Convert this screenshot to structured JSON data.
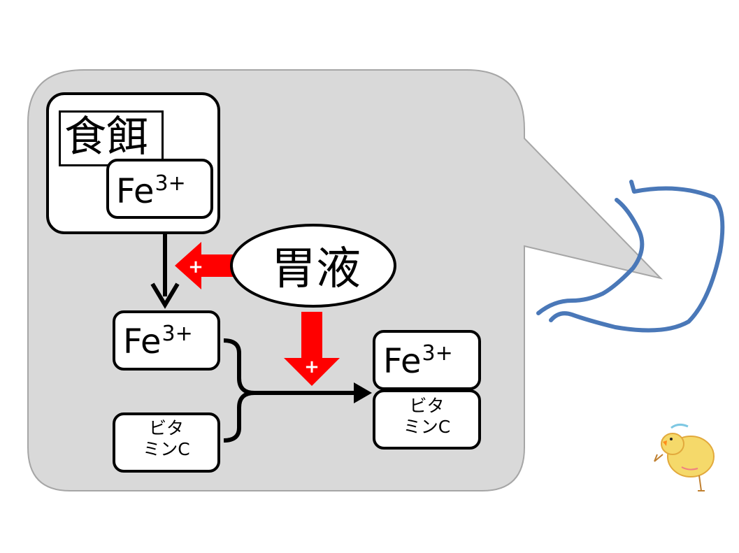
{
  "food_label": "食餌",
  "iron_base": "Fe",
  "iron_charge": "3+",
  "gastric_juice_label": "胃液",
  "plus_sign": "+",
  "vitamin_c_line1": "ビタ",
  "vitamin_c_line2": "ミンC",
  "colors": {
    "callout_fill": "#d9d9d9",
    "callout_border": "#a6a6a6",
    "promote_arrow": "#ff0000",
    "stomach_outline": "#4a78b8",
    "line": "#000000"
  },
  "icons": [
    "stomach-outline-icon",
    "chick-illustration-icon"
  ]
}
